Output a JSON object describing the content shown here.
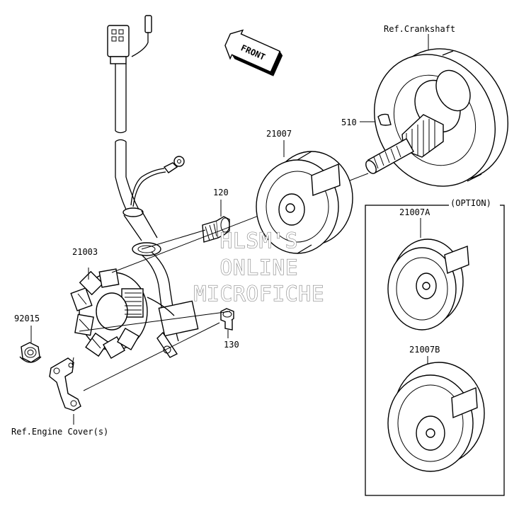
{
  "labels": {
    "ref_crankshaft": "Ref.Crankshaft",
    "front": "FRONT",
    "part_510": "510",
    "part_21007": "21007",
    "part_120": "120",
    "part_21003": "21003",
    "part_92015": "92015",
    "part_130": "130",
    "ref_engine_cover": "Ref.Engine Cover(s)",
    "option": "(OPTION)",
    "part_21007A": "21007A",
    "part_21007B": "21007B"
  },
  "watermark": {
    "line1": "HLSM'S",
    "line2": "ONLINE",
    "line3": "MICROFICHE"
  },
  "colors": {
    "line": "#000000",
    "watermark_outline": "#8a8a8a",
    "background": "#ffffff"
  }
}
